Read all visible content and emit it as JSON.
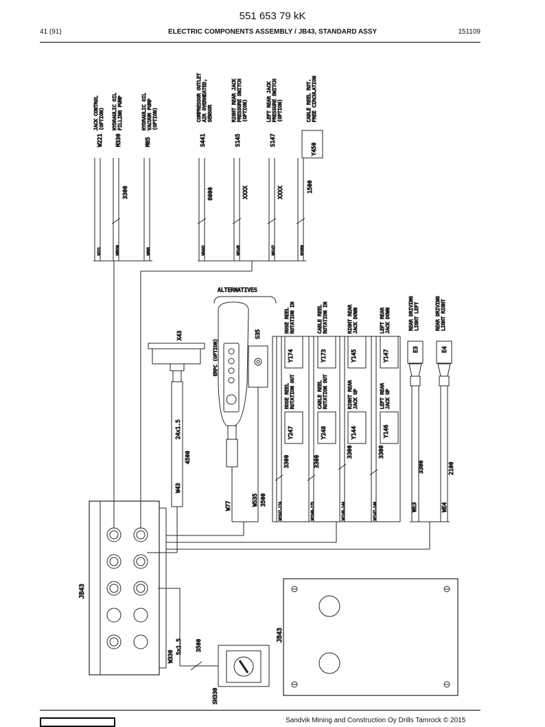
{
  "header": {
    "doc_number": "551 653 79 kK",
    "page": "41 (91)",
    "title": "ELECTRIC COMPONENTS ASSEMBLY / JB43, STANDARD ASSY",
    "date_code": "151109"
  },
  "footer": {
    "copyright": "Sandvik Mining and Construction Oy Drills Tamrock © 2015"
  },
  "top_devices": [
    {
      "cable": "W221",
      "desc1": "JACK CONTROL",
      "desc2": "(OPTION)",
      "desc3": "",
      "length": "",
      "marker": "W221"
    },
    {
      "cable": "M330",
      "desc1": "HYDRAULIC OIL",
      "desc2": "FILLING PUMP",
      "desc3": "",
      "length": "3300",
      "marker": "WM330"
    },
    {
      "cable": "M85",
      "desc1": "HYDRAULIC OIL",
      "desc2": "VACUUM PUMP",
      "desc3": "(OPTION)",
      "length": "",
      "marker": "WM85"
    },
    {
      "cable": "S441",
      "desc1": "COMPRESSOR OUTLET",
      "desc2": "AIR OVERHEATED,",
      "desc3": "SENSOR",
      "length": "8000",
      "marker": "WS441"
    },
    {
      "cable": "S145",
      "desc1": "RIGHT REAR JACK",
      "desc2": "PRESSURE SWITCH",
      "desc3": "(OPTION)",
      "length": "XXXX",
      "marker": "WS145"
    },
    {
      "cable": "S147",
      "desc1": "LEFT REAR JACK",
      "desc2": "PRESSURE SWITCH",
      "desc3": "(OPTION)",
      "length": "XXXX",
      "marker": "WS147"
    },
    {
      "cable": "Y450",
      "desc1": "CABLE REEL ROT.",
      "desc2": "FREE CIRCULATION",
      "desc3": "",
      "length": "1500",
      "marker": "WY450"
    }
  ],
  "alternatives_label": "ALTERNATIVES",
  "x43": {
    "label": "X43",
    "cable": "W43",
    "size": "24x1.5",
    "length": "4500"
  },
  "remote": {
    "label": "ERPC (OPTION)",
    "button": "S35",
    "cable1": "W77",
    "cable2": "WS35",
    "length": "3500"
  },
  "valves": [
    {
      "top": "Y174",
      "top_desc1": "HOSE REEL",
      "top_desc2": "ROTATION IN",
      "bottom": "Y247",
      "bottom_desc1": "HOSE REEL",
      "bottom_desc2": "ROTATION OUT",
      "length": "3300",
      "marker": "WY247-174"
    },
    {
      "top": "Y173",
      "top_desc1": "CABLE REEL",
      "top_desc2": "ROTATION IN",
      "bottom": "Y248",
      "bottom_desc1": "CABLE REEL",
      "bottom_desc2": "ROTATION OUT",
      "length": "3300",
      "marker": "WY248-173"
    },
    {
      "top": "Y145",
      "top_desc1": "RIGHT REAR",
      "top_desc2": "JACK DOWN",
      "bottom": "Y144",
      "bottom_desc1": "RIGHT REAR",
      "bottom_desc2": "JACK UP",
      "length": "3300",
      "marker": "WY145-144"
    },
    {
      "top": "Y147",
      "top_desc1": "LEFT REAR",
      "top_desc2": "JACK DOWN",
      "bottom": "Y146",
      "bottom_desc1": "LEFT REAR",
      "bottom_desc2": "JACK UP",
      "length": "3300",
      "marker": "WY147-146"
    }
  ],
  "lights": [
    {
      "label": "E3",
      "desc1": "REAR DRIVING",
      "desc2": "LIGHT LEFT",
      "cable": "WE3",
      "length": "3300"
    },
    {
      "label": "E4",
      "desc1": "REAR DRIVING",
      "desc2": "LIGHT RIGHT",
      "cable": "WE4",
      "length": "2100"
    }
  ],
  "junction_box": {
    "label": "JB43",
    "cover_label": "JB43"
  },
  "sh330": {
    "label": "SH330",
    "cable": "W330",
    "size": "5x1.5",
    "length": "3500"
  }
}
